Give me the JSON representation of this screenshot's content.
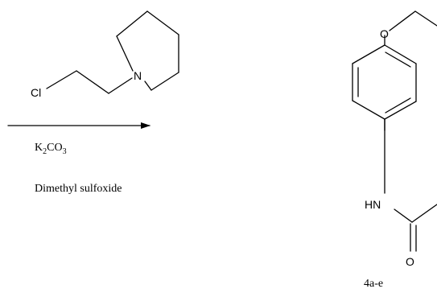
{
  "reagent": {
    "atoms": {
      "chlorine": "Cl",
      "nitrogen": "N"
    }
  },
  "conditions": {
    "base": {
      "k": "K",
      "sub1": "2",
      "co": "CO",
      "sub2": "3"
    },
    "solvent": "Dimethyl sulfoxide"
  },
  "product": {
    "atoms": {
      "oxygen_ether": "O",
      "amine": "HN",
      "oxygen_carbonyl": "O"
    },
    "label": "4a-e"
  },
  "colors": {
    "ink": "#000000",
    "background": "#ffffff"
  }
}
